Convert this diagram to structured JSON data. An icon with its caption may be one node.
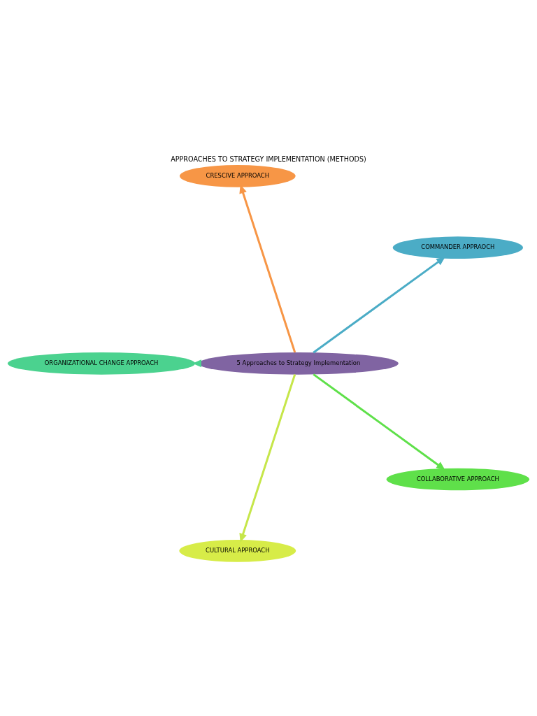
{
  "diagram": {
    "title": "APPROACHES TO STRATEGY IMPLEMENTATION (METHODS)",
    "nodes": [
      {
        "text": [
          "COMMANDER APPRAOCH"
        ]
      },
      {
        "text": [
          "CRESCIVE APPROACH"
        ]
      },
      {
        "text": [
          "5 Approaches to Strategy Implementation"
        ]
      },
      {
        "text": [
          "ORGANIZATIONAL CHANGE APPROACH"
        ]
      },
      {
        "text": [
          "CULTURAL APPROACH"
        ]
      },
      {
        "text": [
          "COLLABORATIVE APPROACH"
        ]
      }
    ],
    "edges": [
      {
        "from": 2,
        "to": 0,
        "arrow": "to",
        "color": "#4bacc6"
      },
      {
        "from": 2,
        "to": 3,
        "arrow": "to",
        "color": "#4bd28f"
      },
      {
        "from": 2,
        "to": 5,
        "arrow": "to",
        "color": "#5fe04a"
      },
      {
        "from": 2,
        "to": 4,
        "arrow": "to",
        "color": "#c6e64a"
      },
      {
        "from": 2,
        "to": 1,
        "arrow": "to",
        "color": "#f79646"
      }
    ]
  }
}
